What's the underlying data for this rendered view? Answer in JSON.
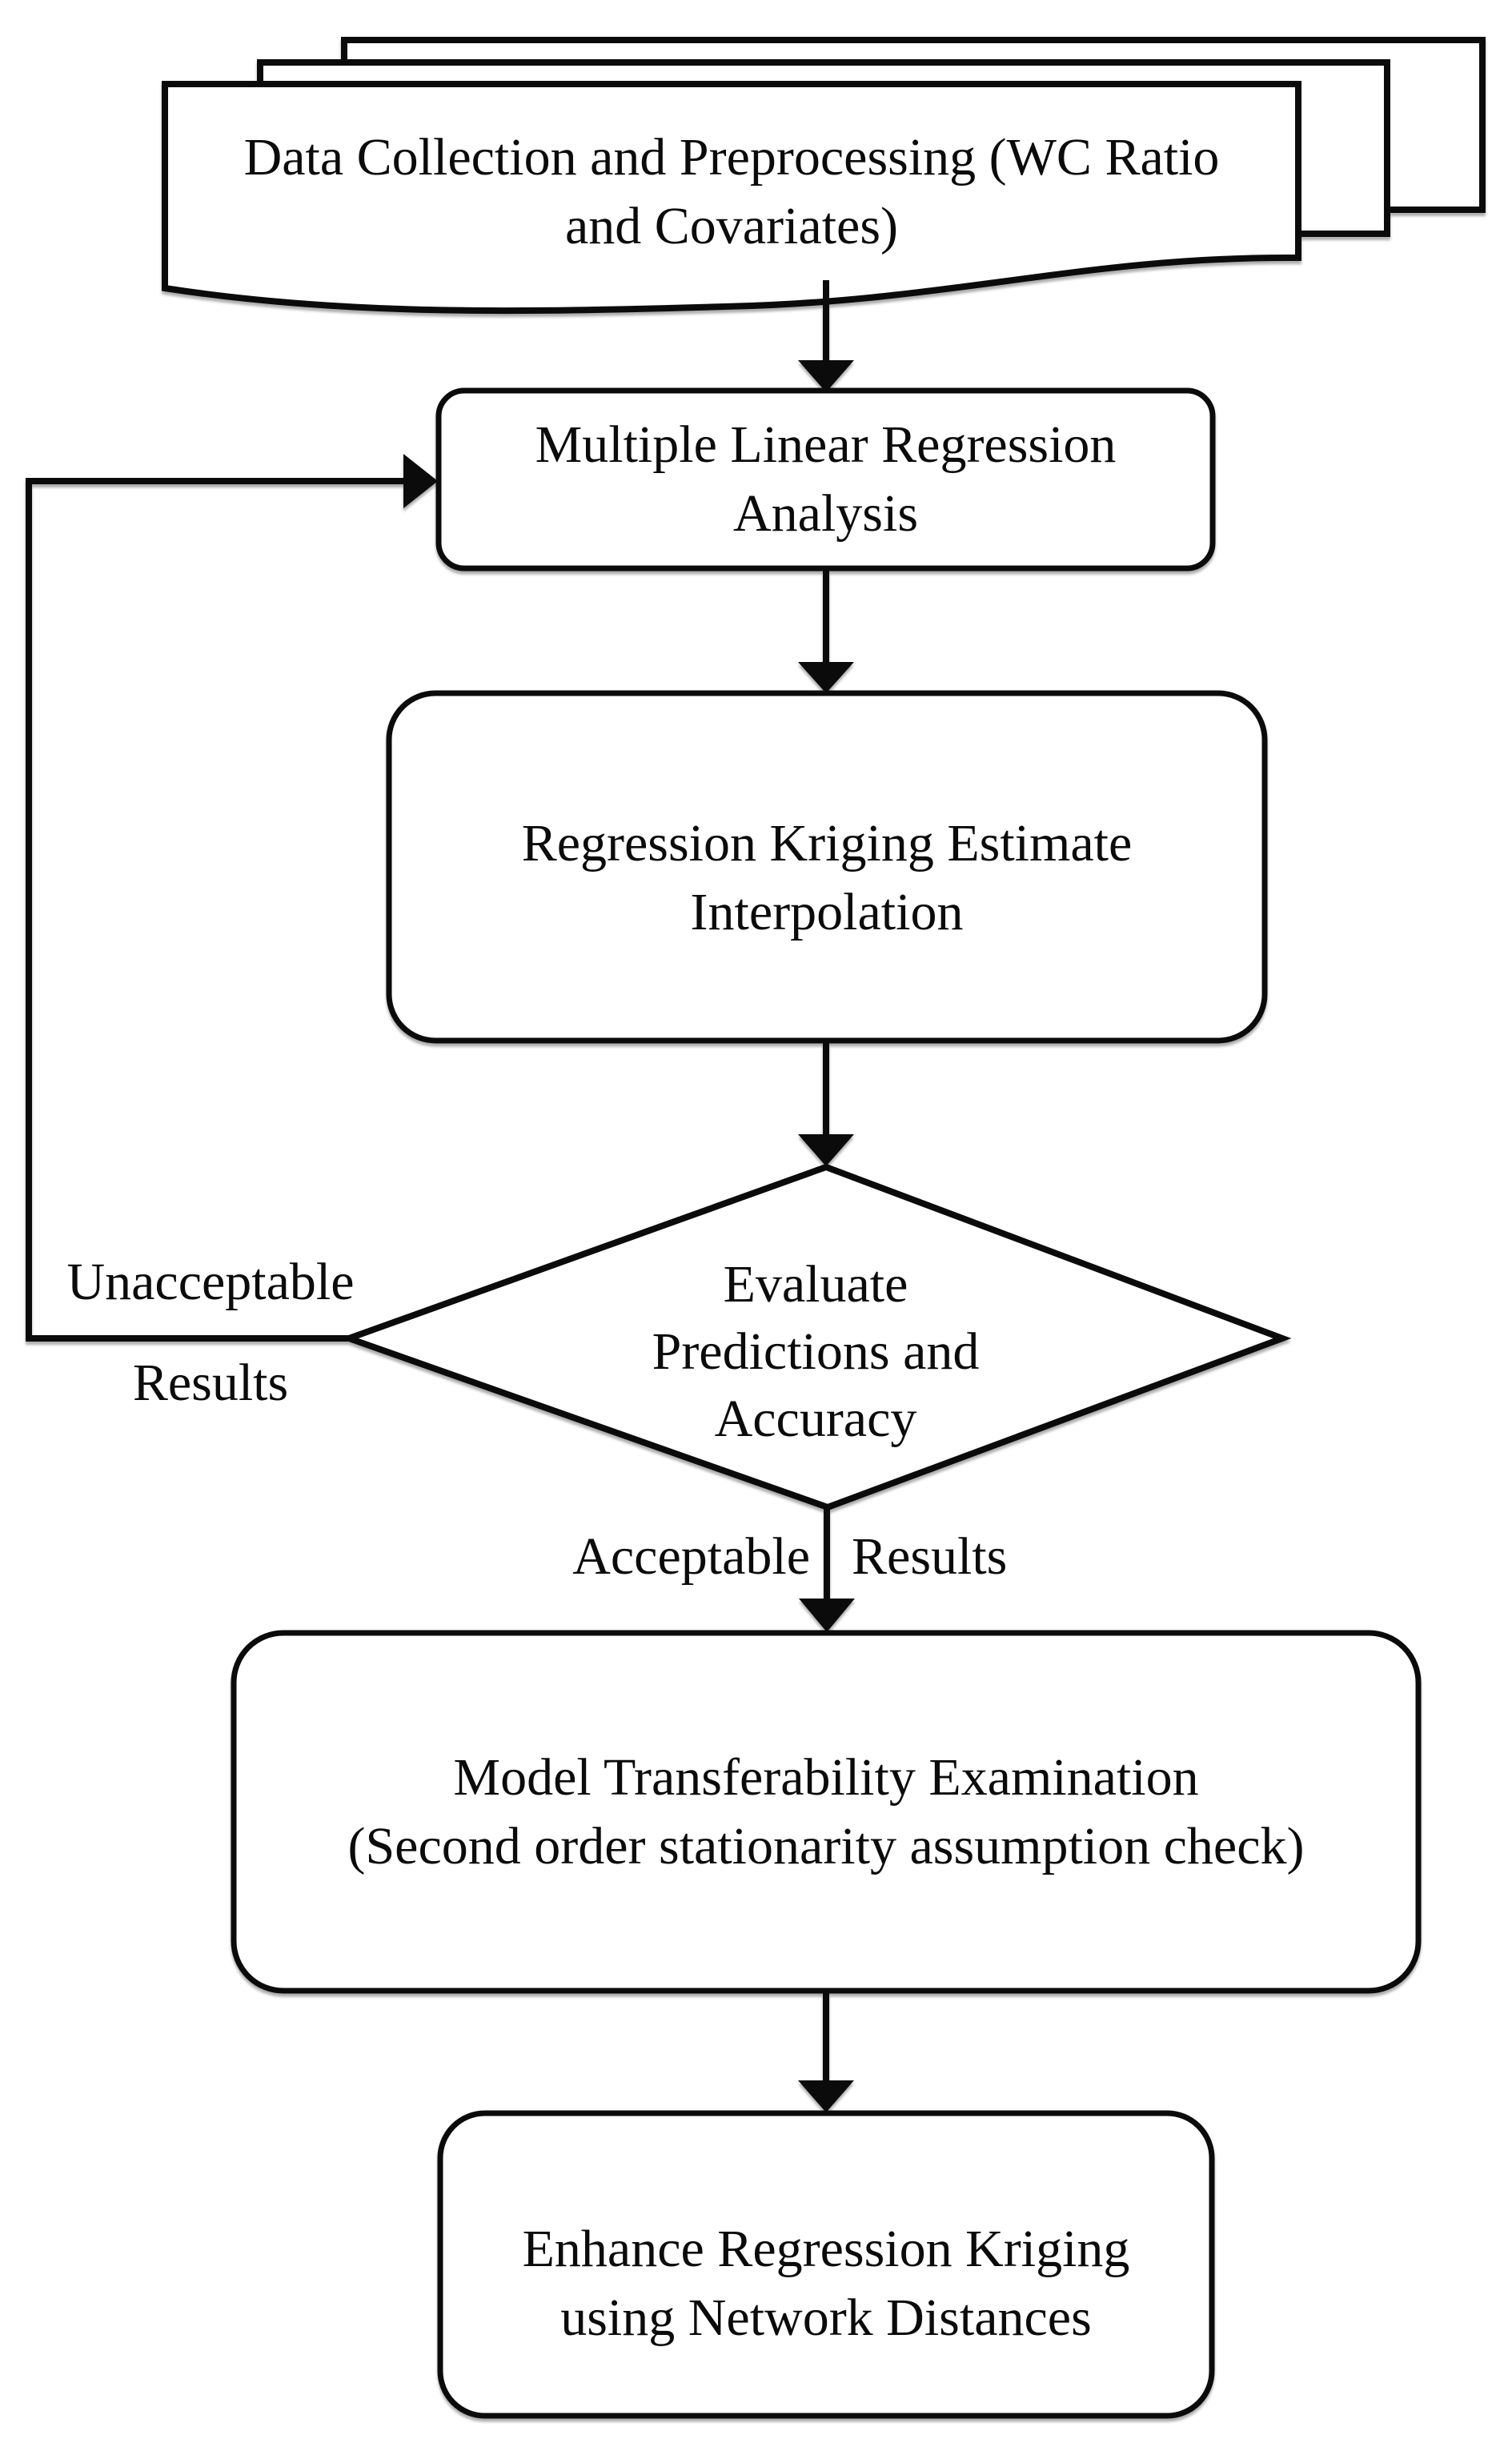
{
  "figure": {
    "kind": "flowchart",
    "background_color": "#ffffff",
    "ink_color": "#0b0b0b"
  },
  "nodes": {
    "data_collection": {
      "shape": "document-stack",
      "lines": [
        "Data Collection and Preprocessing (WC Ratio",
        "and Covariates)"
      ]
    },
    "mlr_analysis": {
      "shape": "rounded-rectangle",
      "lines": [
        "Multiple Linear Regression",
        "Analysis"
      ]
    },
    "rk_interpolation": {
      "shape": "rounded-rectangle",
      "lines": [
        "Regression Kriging Estimate",
        "Interpolation"
      ]
    },
    "evaluate_decision": {
      "shape": "diamond",
      "lines": [
        "Evaluate",
        "Predictions and",
        "Accuracy"
      ]
    },
    "transferability": {
      "shape": "rounded-rectangle",
      "lines": [
        "Model Transferability Examination",
        "(Second order stationarity assumption check)"
      ]
    },
    "enhance_rk": {
      "shape": "rounded-rectangle",
      "lines": [
        "Enhance Regression Kriging",
        "using Network Distances"
      ]
    }
  },
  "edge_labels": {
    "unacceptable_line1": "Unacceptable",
    "unacceptable_line2": "Results",
    "acceptable_left": "Acceptable",
    "acceptable_right": "Results"
  }
}
